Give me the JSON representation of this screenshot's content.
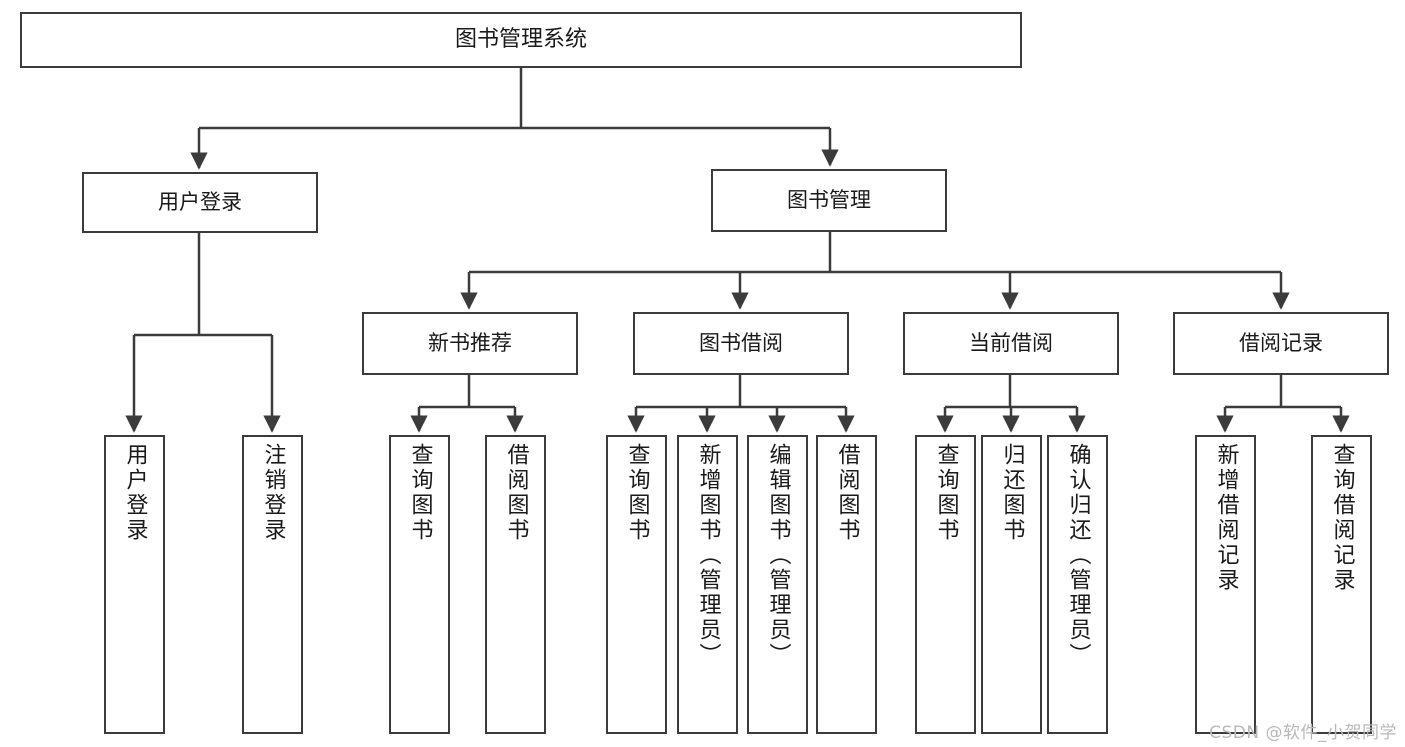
{
  "diagram": {
    "title": "图书管理系统",
    "type": "功能结构图",
    "root": {
      "label": "图书管理系统"
    },
    "level1": [
      {
        "label": "用户登录"
      },
      {
        "label": "图书管理"
      }
    ],
    "level2": [
      {
        "label": "新书推荐"
      },
      {
        "label": "图书借阅"
      },
      {
        "label": "当前借阅"
      },
      {
        "label": "借阅记录"
      }
    ],
    "leaves": {
      "user_login": [
        {
          "label": "用户登录"
        },
        {
          "label": "注销登录"
        }
      ],
      "new_book": [
        {
          "label": "查询图书"
        },
        {
          "label": "借阅图书"
        }
      ],
      "book_borrow": [
        {
          "label": "查询图书"
        },
        {
          "label": "新增图书（管理员）"
        },
        {
          "label": "编辑图书（管理员）"
        },
        {
          "label": "借阅图书"
        }
      ],
      "current_borrow": [
        {
          "label": "查询图书"
        },
        {
          "label": "归还图书"
        },
        {
          "label": "确认归还（管理员）"
        }
      ],
      "borrow_record": [
        {
          "label": "新增借阅记录"
        },
        {
          "label": "查询借阅记录"
        }
      ]
    }
  },
  "watermark": {
    "text": "CSDN @软件_小贺同学"
  },
  "colors": {
    "stroke": "#3b3b3b",
    "fill": "#ffffff",
    "text": "#1a1a1a",
    "watermark": "#b9b9b9"
  }
}
